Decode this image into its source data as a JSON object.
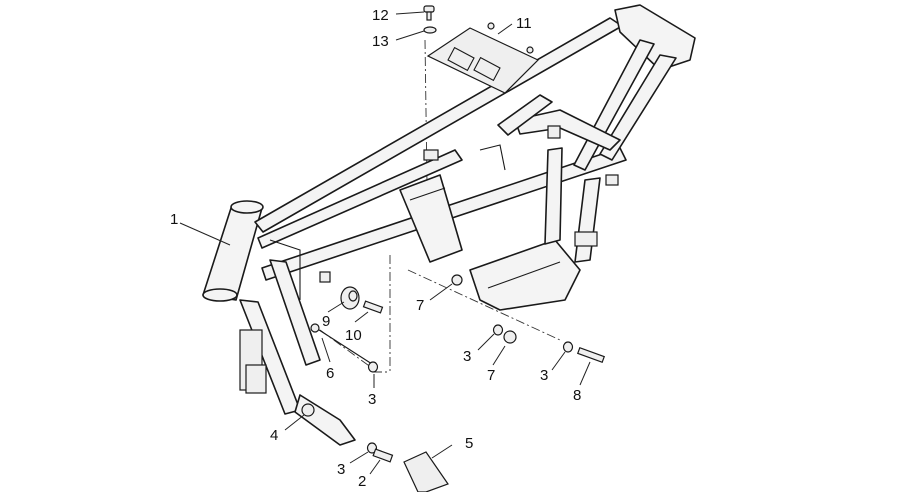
{
  "callouts": {
    "c1": "1",
    "c2": "2",
    "c3a": "3",
    "c3b": "3",
    "c3c": "3",
    "c3d": "3",
    "c4": "4",
    "c5": "5",
    "c6": "6",
    "c7a": "7",
    "c7b": "7",
    "c8": "8",
    "c9": "9",
    "c10": "10",
    "c11": "11",
    "c12": "12",
    "c13": "13"
  }
}
